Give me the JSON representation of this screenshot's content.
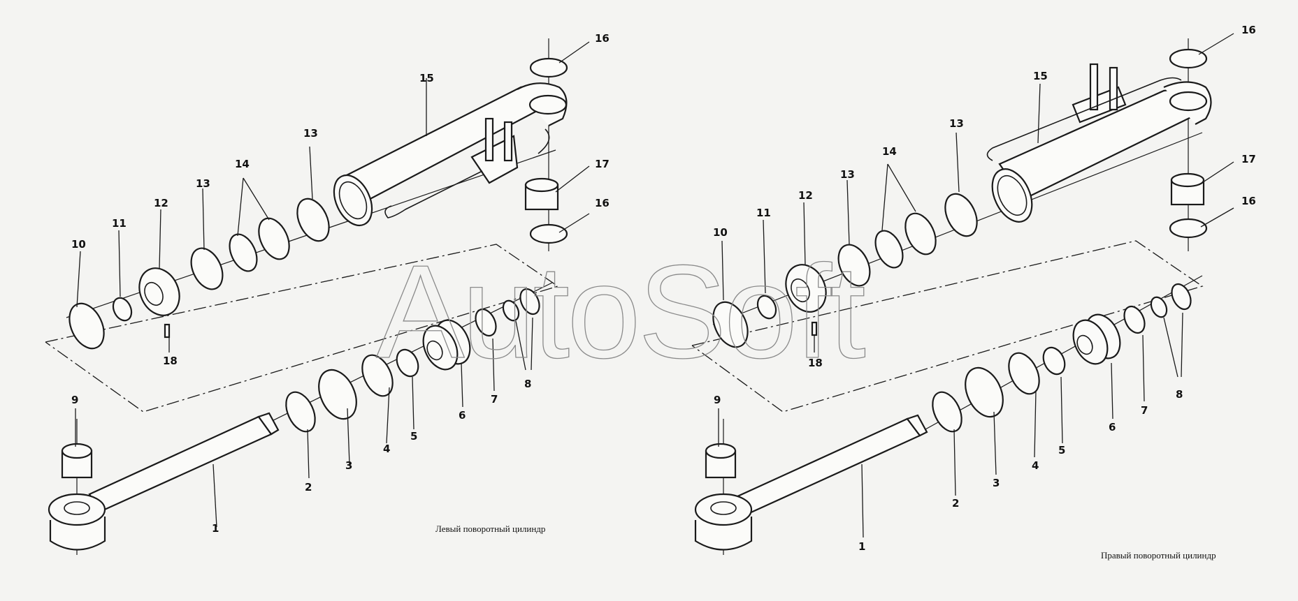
{
  "watermark": "AutoSoft",
  "left": {
    "caption": "Левый поворотный цилиндр",
    "labels": [
      "1",
      "2",
      "3",
      "4",
      "5",
      "6",
      "7",
      "8",
      "9",
      "10",
      "11",
      "12",
      "13",
      "13",
      "14",
      "15",
      "16",
      "16",
      "17",
      "18"
    ]
  },
  "right": {
    "caption": "Правый поворотный цилиндр",
    "labels": [
      "1",
      "2",
      "3",
      "4",
      "5",
      "6",
      "7",
      "8",
      "9",
      "10",
      "11",
      "12",
      "13",
      "13",
      "14",
      "15",
      "16",
      "16",
      "17",
      "18"
    ]
  }
}
